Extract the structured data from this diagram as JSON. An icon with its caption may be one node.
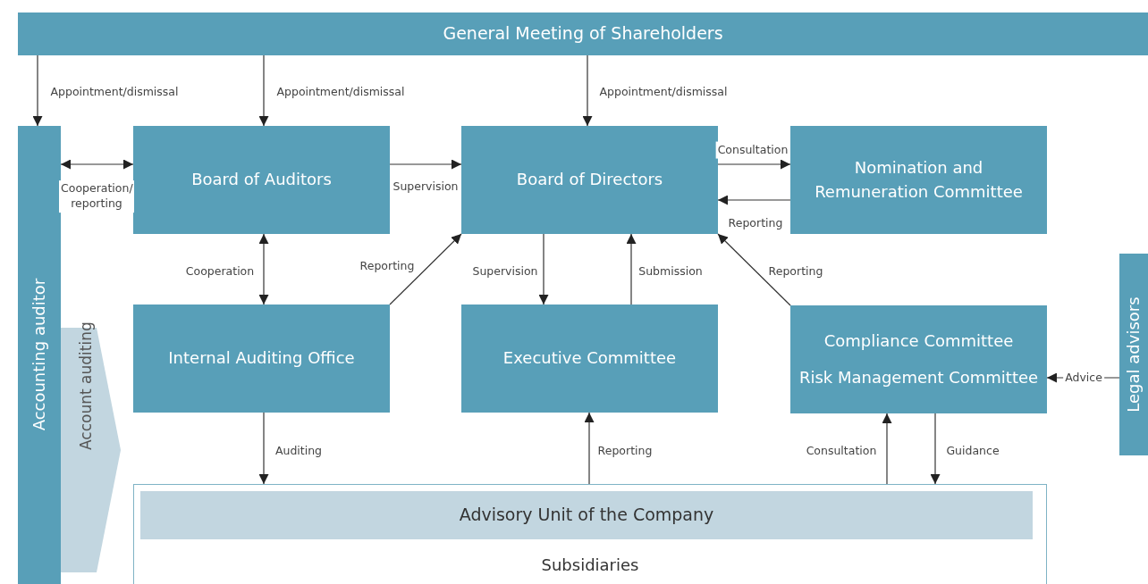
{
  "diagram": {
    "nodes": [
      {
        "text": [
          "General Meeting of Shareholders"
        ]
      },
      {
        "text": [
          "Accounting auditor"
        ]
      },
      {
        "text": [
          "Board of Auditors"
        ]
      },
      {
        "text": [
          "Board of Directors"
        ]
      },
      {
        "text": [
          "Nomination and Remuneration Committee"
        ]
      },
      {
        "text": [
          "Internal Auditing Office"
        ]
      },
      {
        "text": [
          "Executive Committee"
        ]
      },
      {
        "text": [
          "Compliance Committee",
          "Risk Management Committee"
        ]
      },
      {
        "text": [
          "Legal advisors"
        ]
      },
      {
        "text": [
          "Subsidiaries"
        ]
      },
      {
        "text": [
          "Advisory Unit of the Company"
        ],
        "in": 9
      }
    ],
    "edges": [
      {
        "from": 0,
        "to": 1,
        "arrow": "to",
        "label": "Appointment/dismissal"
      },
      {
        "from": 0,
        "to": 2,
        "arrow": "to",
        "label": "Appointment/dismissal"
      },
      {
        "from": 0,
        "to": 3,
        "arrow": "to",
        "label": "Appointment/dismissal"
      },
      {
        "from": 1,
        "to": 2,
        "arrow": "both",
        "label": "Cooperation/ reporting"
      },
      {
        "from": 2,
        "to": 3,
        "arrow": "to",
        "label": "Supervision"
      },
      {
        "from": 3,
        "to": 4,
        "arrow": "to",
        "label": "Consultation"
      },
      {
        "from": 4,
        "to": 3,
        "arrow": "to",
        "label": "Reporting"
      },
      {
        "from": 2,
        "to": 5,
        "arrow": "both",
        "label": "Cooperation"
      },
      {
        "from": 5,
        "to": 3,
        "arrow": "to",
        "label": "Reporting"
      },
      {
        "from": 3,
        "to": 6,
        "arrow": "to",
        "label": "Supervision"
      },
      {
        "from": 6,
        "to": 3,
        "arrow": "to",
        "label": "Submission"
      },
      {
        "from": 7,
        "to": 3,
        "arrow": "to",
        "label": "Reporting"
      },
      {
        "from": 8,
        "to": 7,
        "arrow": "to",
        "label": "Advice"
      },
      {
        "from": 5,
        "to": 9,
        "arrow": "to",
        "label": "Auditing"
      },
      {
        "from": 9,
        "to": 6,
        "arrow": "to",
        "label": "Reporting"
      },
      {
        "from": 9,
        "to": 7,
        "arrow": "to",
        "label": "Consultation"
      },
      {
        "from": 7,
        "to": 9,
        "arrow": "to",
        "label": "Guidance"
      },
      {
        "from": 1,
        "to": 5,
        "arrow": "to",
        "label": "Account auditing",
        "style": "thick"
      }
    ]
  }
}
